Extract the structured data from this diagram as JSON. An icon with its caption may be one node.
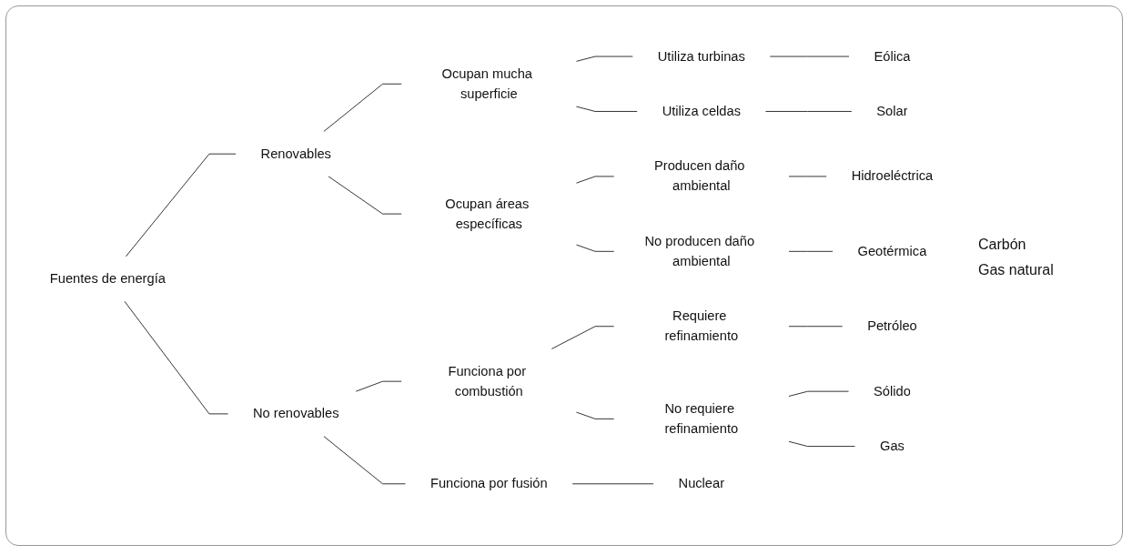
{
  "diagram": {
    "nodes": [
      {
        "text": [
          "Fuentes de energía"
        ]
      },
      {
        "text": [
          "Renovables"
        ]
      },
      {
        "text": [
          "No renovables"
        ]
      },
      {
        "text": [
          "Ocupan mucha superficie"
        ]
      },
      {
        "text": [
          "Ocupan áreas específicas"
        ]
      },
      {
        "text": [
          "Funciona por combustión"
        ]
      },
      {
        "text": [
          "Funciona por fusión"
        ]
      },
      {
        "text": [
          "Utiliza turbinas"
        ]
      },
      {
        "text": [
          "Utiliza celdas"
        ]
      },
      {
        "text": [
          "Producen daño ambiental"
        ]
      },
      {
        "text": [
          "No producen daño ambiental"
        ]
      },
      {
        "text": [
          "Requiere refinamiento"
        ]
      },
      {
        "text": [
          "No requiere refinamiento"
        ]
      },
      {
        "text": [
          "Sólido"
        ]
      },
      {
        "text": [
          "Gas"
        ]
      },
      {
        "text": [
          "Eólica"
        ]
      },
      {
        "text": [
          "Solar"
        ]
      },
      {
        "text": [
          "Hidroeléctrica"
        ]
      },
      {
        "text": [
          "Geotérmica"
        ]
      },
      {
        "text": [
          "Petróleo"
        ]
      },
      {
        "text": [
          "Nuclear"
        ]
      }
    ],
    "edges": [
      {
        "from": 0,
        "to": 1,
        "arrow": "none"
      },
      {
        "from": 0,
        "to": 2,
        "arrow": "none"
      },
      {
        "from": 1,
        "to": 3,
        "arrow": "none"
      },
      {
        "from": 1,
        "to": 4,
        "arrow": "none"
      },
      {
        "from": 2,
        "to": 5,
        "arrow": "none"
      },
      {
        "from": 2,
        "to": 6,
        "arrow": "none"
      },
      {
        "from": 3,
        "to": 7,
        "arrow": "none"
      },
      {
        "from": 3,
        "to": 8,
        "arrow": "none"
      },
      {
        "from": 4,
        "to": 9,
        "arrow": "none"
      },
      {
        "from": 4,
        "to": 10,
        "arrow": "none"
      },
      {
        "from": 5,
        "to": 11,
        "arrow": "none"
      },
      {
        "from": 5,
        "to": 12,
        "arrow": "none"
      },
      {
        "from": 12,
        "to": 13,
        "arrow": "none"
      },
      {
        "from": 12,
        "to": 14,
        "arrow": "none"
      },
      {
        "from": 7,
        "to": 15,
        "arrow": "none"
      },
      {
        "from": 8,
        "to": 16,
        "arrow": "none"
      },
      {
        "from": 9,
        "to": 17,
        "arrow": "none"
      },
      {
        "from": 10,
        "to": 18,
        "arrow": "none"
      },
      {
        "from": 11,
        "to": 19,
        "arrow": "none"
      },
      {
        "from": 6,
        "to": 20,
        "arrow": "none"
      }
    ],
    "labels": [
      "Carbón",
      "Gas natural"
    ]
  }
}
